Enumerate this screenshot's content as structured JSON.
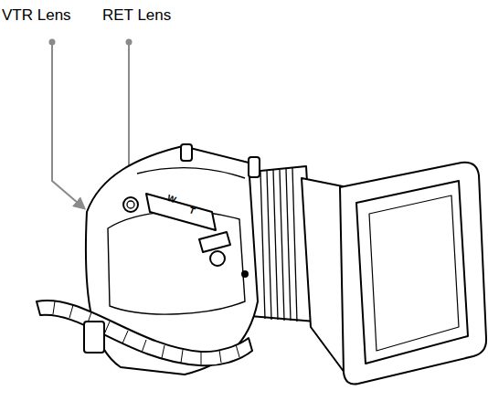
{
  "diagram": {
    "labels": [
      "VTR Lens",
      "RET Lens",
      "W",
      "T"
    ]
  }
}
